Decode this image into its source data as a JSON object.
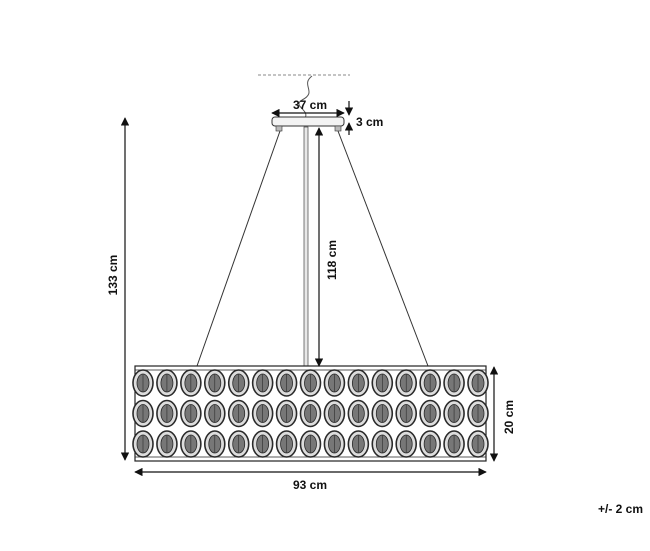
{
  "dimensions": {
    "canopy_width": "37 cm",
    "canopy_height": "3 cm",
    "total_height": "133 cm",
    "rod_length": "118 cm",
    "shade_height": "20 cm",
    "shade_width": "93 cm"
  },
  "tolerance": "+/- 2 cm",
  "pattern": {
    "rows": 3,
    "columns": 15
  },
  "colors": {
    "line": "#222222",
    "pattern_dark": "#2a2a2a",
    "pattern_mid": "#777777",
    "pattern_light": "#dddddd"
  }
}
